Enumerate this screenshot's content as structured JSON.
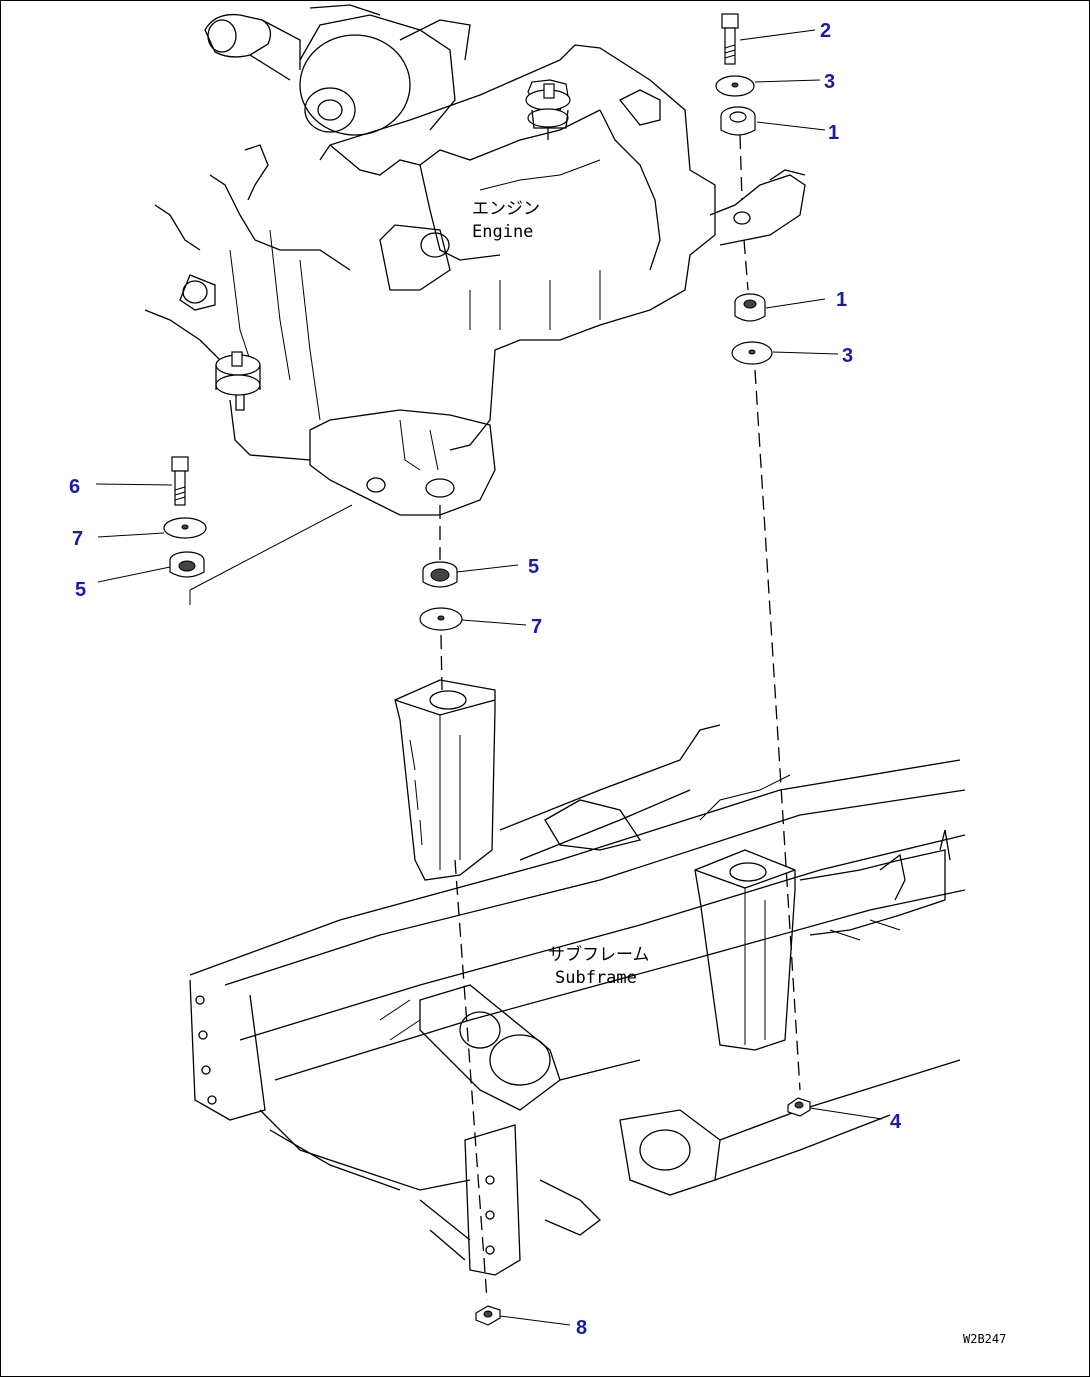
{
  "engine_label": {
    "jp": "エンジン",
    "en": "Engine"
  },
  "subframe_label": {
    "jp": "サブフレーム",
    "en": "Subframe"
  },
  "figure_code": "W2B247",
  "callout_color": "#1a1aaa",
  "callouts": {
    "c2_top": "2",
    "c3_top": "3",
    "c1_top": "1",
    "c1_mid": "1",
    "c3_mid": "3",
    "c6": "6",
    "c7_left": "7",
    "c5_left": "5",
    "c5_center": "5",
    "c7_center": "7",
    "c4": "4",
    "c8": "8"
  }
}
